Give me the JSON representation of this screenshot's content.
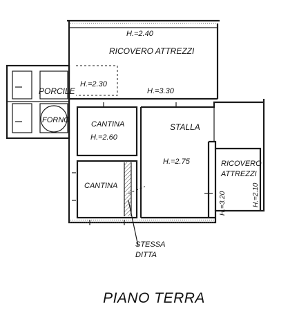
{
  "rooms": {
    "ricovero_attrezzi_top": {
      "name": "RICOVERO ATTREZZI",
      "height_top": "H.=2.40",
      "height_left": "H.=2.30",
      "height_bottom": "H.=3.30"
    },
    "porcile": {
      "name": "PORCILE"
    },
    "forno": {
      "name": "FORNO"
    },
    "cantina_upper": {
      "name": "CANTINA",
      "height": "H.=2.60"
    },
    "stalla": {
      "name": "STALLA",
      "height": "H.=2.75"
    },
    "ricovero_attrezzi_right": {
      "name_line1": "RICOVERO",
      "name_line2": "ATTREZZI",
      "height_a": "H.=3.20",
      "height_b": "H.=2.10"
    },
    "cantina_lower": {
      "name": "CANTINA"
    }
  },
  "annotations": {
    "note_line1": "STESSA",
    "note_line2": "DITTA"
  },
  "title": "PIANO TERRA"
}
